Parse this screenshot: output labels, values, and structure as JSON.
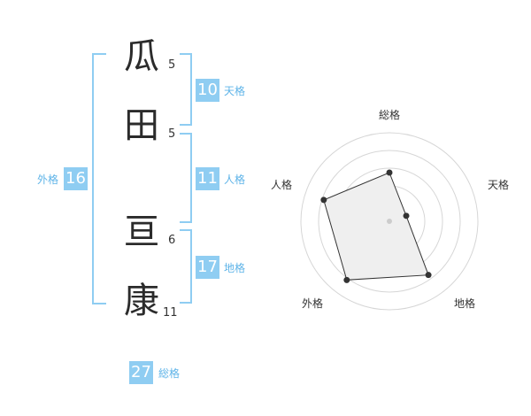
{
  "name": {
    "chars": [
      {
        "kanji": "瓜",
        "strokes": "5"
      },
      {
        "kanji": "田",
        "strokes": "5"
      },
      {
        "kanji": "亘",
        "strokes": "6"
      },
      {
        "kanji": "康",
        "strokes": "11"
      }
    ]
  },
  "fortunes": {
    "tenkaku": {
      "value": "10",
      "label": "天格"
    },
    "jinkaku": {
      "value": "11",
      "label": "人格"
    },
    "chikaku": {
      "value": "17",
      "label": "地格"
    },
    "gaikaku": {
      "value": "16",
      "label": "外格"
    },
    "soukaku": {
      "value": "27",
      "label": "総格"
    }
  },
  "colors": {
    "accent": "#8fcdf2",
    "accent_text": "#5fb4e8",
    "ink": "#2b2b2b"
  },
  "chart_data": {
    "type": "radar",
    "axes": [
      "総格",
      "天格",
      "地格",
      "外格",
      "人格"
    ],
    "values": [
      0.55,
      0.2,
      0.75,
      0.82,
      0.78
    ],
    "rings": 5
  }
}
